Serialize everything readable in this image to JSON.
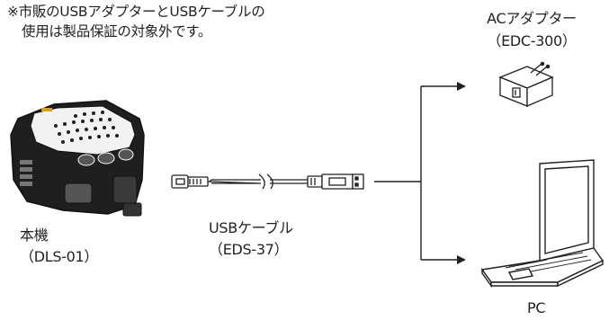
{
  "note": {
    "line1": "※市販のUSBアダプターとUSBケーブルの",
    "line2": "使用は製品保証の対象外です。"
  },
  "device": {
    "name": "本機",
    "model": "（DLS-01）"
  },
  "cable": {
    "name": "USBケーブル",
    "model": "（EDS-37）"
  },
  "adapter": {
    "name": "ACアダプター",
    "model": "（EDC-300）"
  },
  "pc": {
    "name": "PC"
  },
  "colors": {
    "line": "#231f20",
    "device_body": "#1f1f1f",
    "device_face": "#f2f2f2"
  }
}
